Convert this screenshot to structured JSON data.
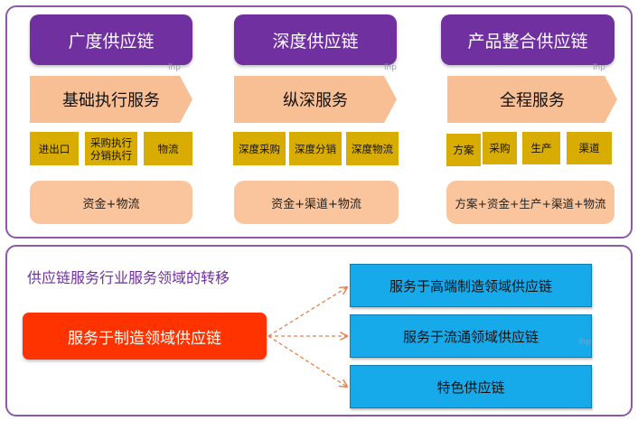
{
  "columns": [
    {
      "header": "广度供应链",
      "service": "基础执行服务",
      "items": [
        "进出口",
        "采购执行\n分销执行",
        "物流"
      ],
      "combined": "资金+物流"
    },
    {
      "header": "深度供应链",
      "service": "纵深服务",
      "items": [
        "深度采购",
        "深度分销",
        "深度物流"
      ],
      "combined": "资金+渠道+物流"
    },
    {
      "header": "产品整合供应链",
      "service": "全程服务",
      "items": [
        "方案",
        "采购",
        "生产",
        "渠道"
      ],
      "combined": "方案+资金+生产+渠道+物流"
    }
  ],
  "watermark": "lhp",
  "shift": {
    "title": "供应链服务行业服务领域的转移",
    "source": "服务于制造领域供应链",
    "targets": [
      "服务于高端制造领域供应链",
      "服务于流通领域供应链",
      "特色供应链"
    ]
  },
  "colors": {
    "header": "#7030a0",
    "service_arrow": "#f9bf94",
    "item_box": "#d8ac00",
    "combined_box": "#fac59c",
    "source": "#ff3300",
    "target": "#16aaeb",
    "connector": "#e8804a"
  }
}
